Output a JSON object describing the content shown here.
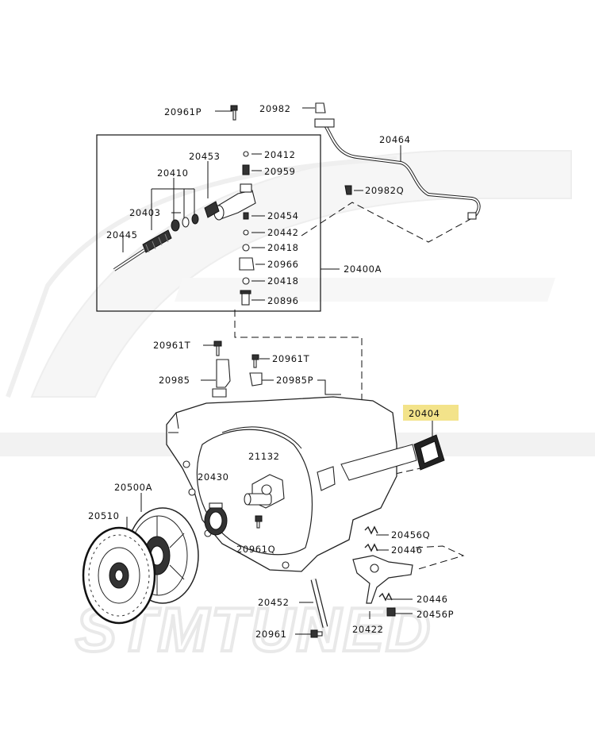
{
  "watermark": "STMTUNED",
  "highlighted_part": "20404",
  "labels": {
    "p20961P": "20961P",
    "p20982": "20982",
    "p20464": "20464",
    "p20453": "20453",
    "p20412": "20412",
    "p20410": "20410",
    "p20959": "20959",
    "p20982Q": "20982Q",
    "p20403": "20403",
    "p20454": "20454",
    "p20445": "20445",
    "p20442": "20442",
    "p20418a": "20418",
    "p20966": "20966",
    "p20400A": "20400A",
    "p20418b": "20418",
    "p20896": "20896",
    "p20961T_a": "20961T",
    "p20961T_b": "20961T",
    "p20985": "20985",
    "p20985P": "20985P",
    "p20404": "20404",
    "p21132": "21132",
    "p20500A": "20500A",
    "p20430": "20430",
    "p20510": "20510",
    "p20456Q": "20456Q",
    "p20446a": "20446",
    "p20961Q": "20961Q",
    "p20452": "20452",
    "p20446b": "20446",
    "p20456P": "20456P",
    "p20422": "20422",
    "p20961": "20961"
  }
}
